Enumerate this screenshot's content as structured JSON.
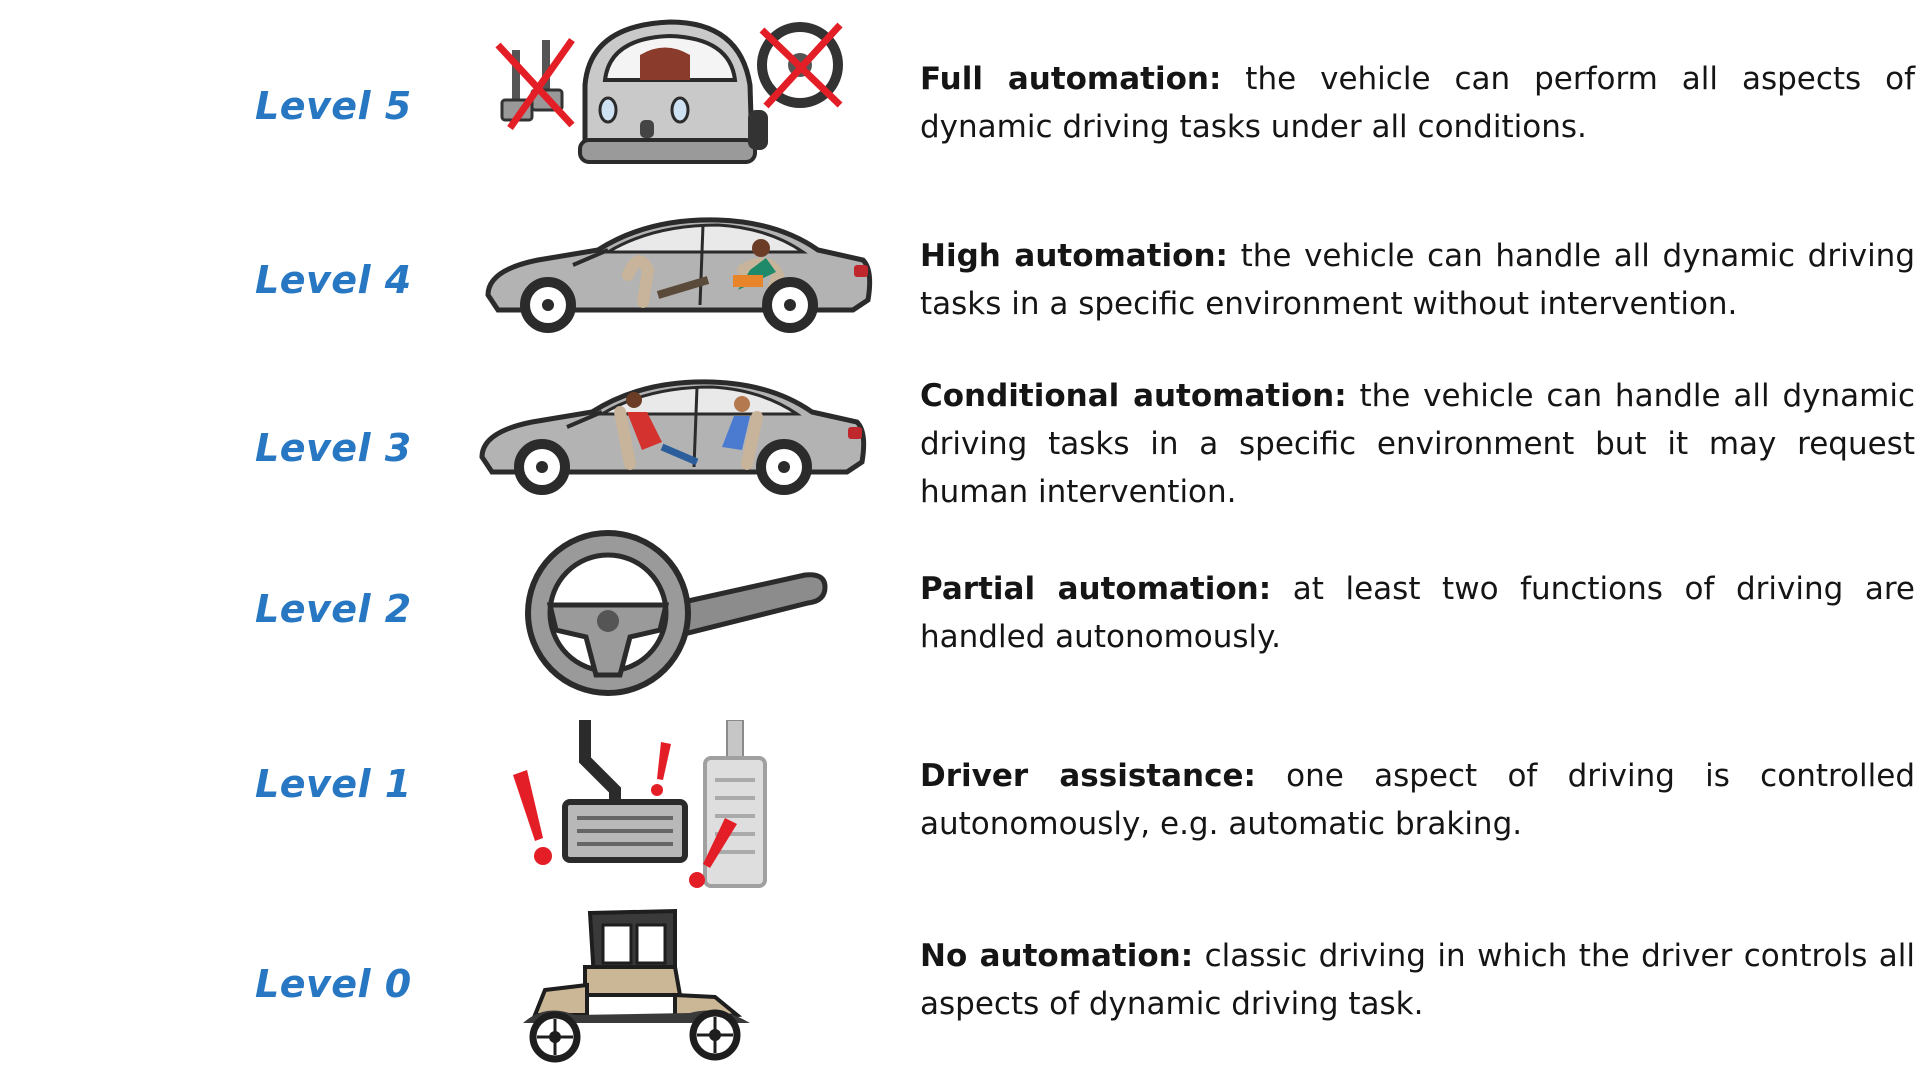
{
  "levels": [
    {
      "label": "Level 5",
      "term": "Full automation:",
      "text": " the vehicle can perform all aspects of dynamic driving tasks under all conditions.",
      "icon": "self-driving-car-icon"
    },
    {
      "label": "Level 4",
      "term": "High automation:",
      "text": " the vehicle can handle all dynamic driving tasks in a specific environment without intervention.",
      "icon": "sedan-reclining-passenger-icon"
    },
    {
      "label": "Level 3",
      "term": "Conditional automation:",
      "text": " the vehicle can handle all dynamic driving tasks in a specific environment but it may request human intervention.",
      "icon": "sedan-seated-driver-icon"
    },
    {
      "label": "Level 2",
      "term": "Partial automation:",
      "text": " at least two functions of driving are handled autonomously.",
      "icon": "steering-wheel-icon"
    },
    {
      "label": "Level 1",
      "term": "Driver assistance:",
      "text": " one aspect of driving is controlled autonomously, e.g. automatic braking.",
      "icon": "pedals-warning-icon"
    },
    {
      "label": "Level 0",
      "term": "No automation:",
      "text": " classic driving in which the driver controls all aspects of dynamic driving task.",
      "icon": "vintage-car-icon"
    }
  ],
  "colors": {
    "label": "#2877c2",
    "warning": "#e41e26",
    "car_body": "#b3b3b3",
    "outline": "#2b2b2b"
  }
}
